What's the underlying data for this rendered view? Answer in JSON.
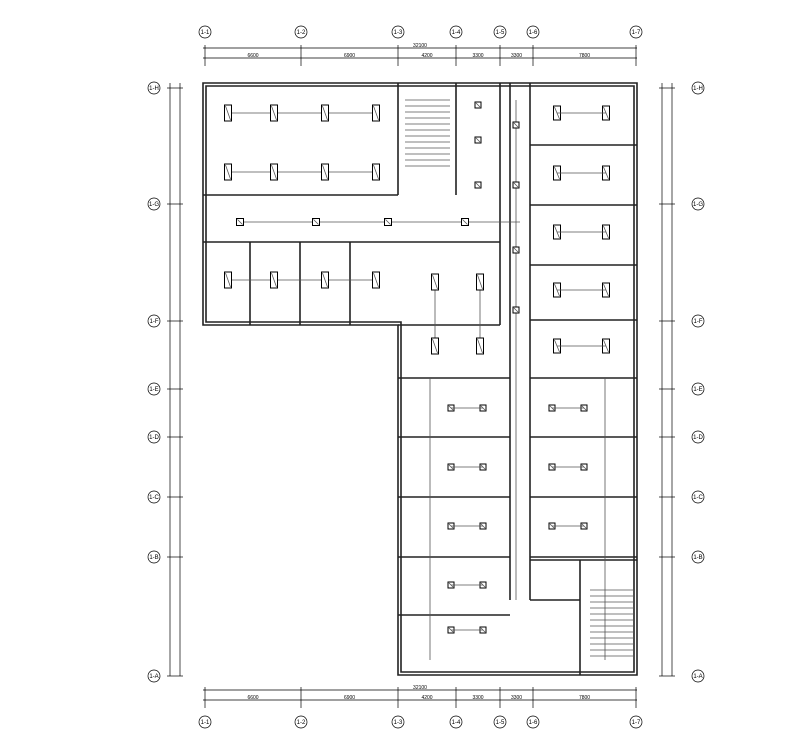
{
  "drawing": {
    "type": "electrical lighting floor plan",
    "axes_columns": [
      "1-1",
      "1-2",
      "1-3",
      "1-4",
      "1-5",
      "1-6",
      "1-7"
    ],
    "axes_rows": [
      "1-H",
      "1-G",
      "1-F",
      "1-E",
      "1-D",
      "1-C",
      "1-B",
      "1-A"
    ],
    "dim_total": "32100",
    "dim_segments": [
      "6600",
      "6900",
      "4200",
      "3300",
      "3300",
      "7800"
    ],
    "colors": {
      "line": "#000000",
      "wall": "#222222",
      "background": "#ffffff"
    }
  }
}
